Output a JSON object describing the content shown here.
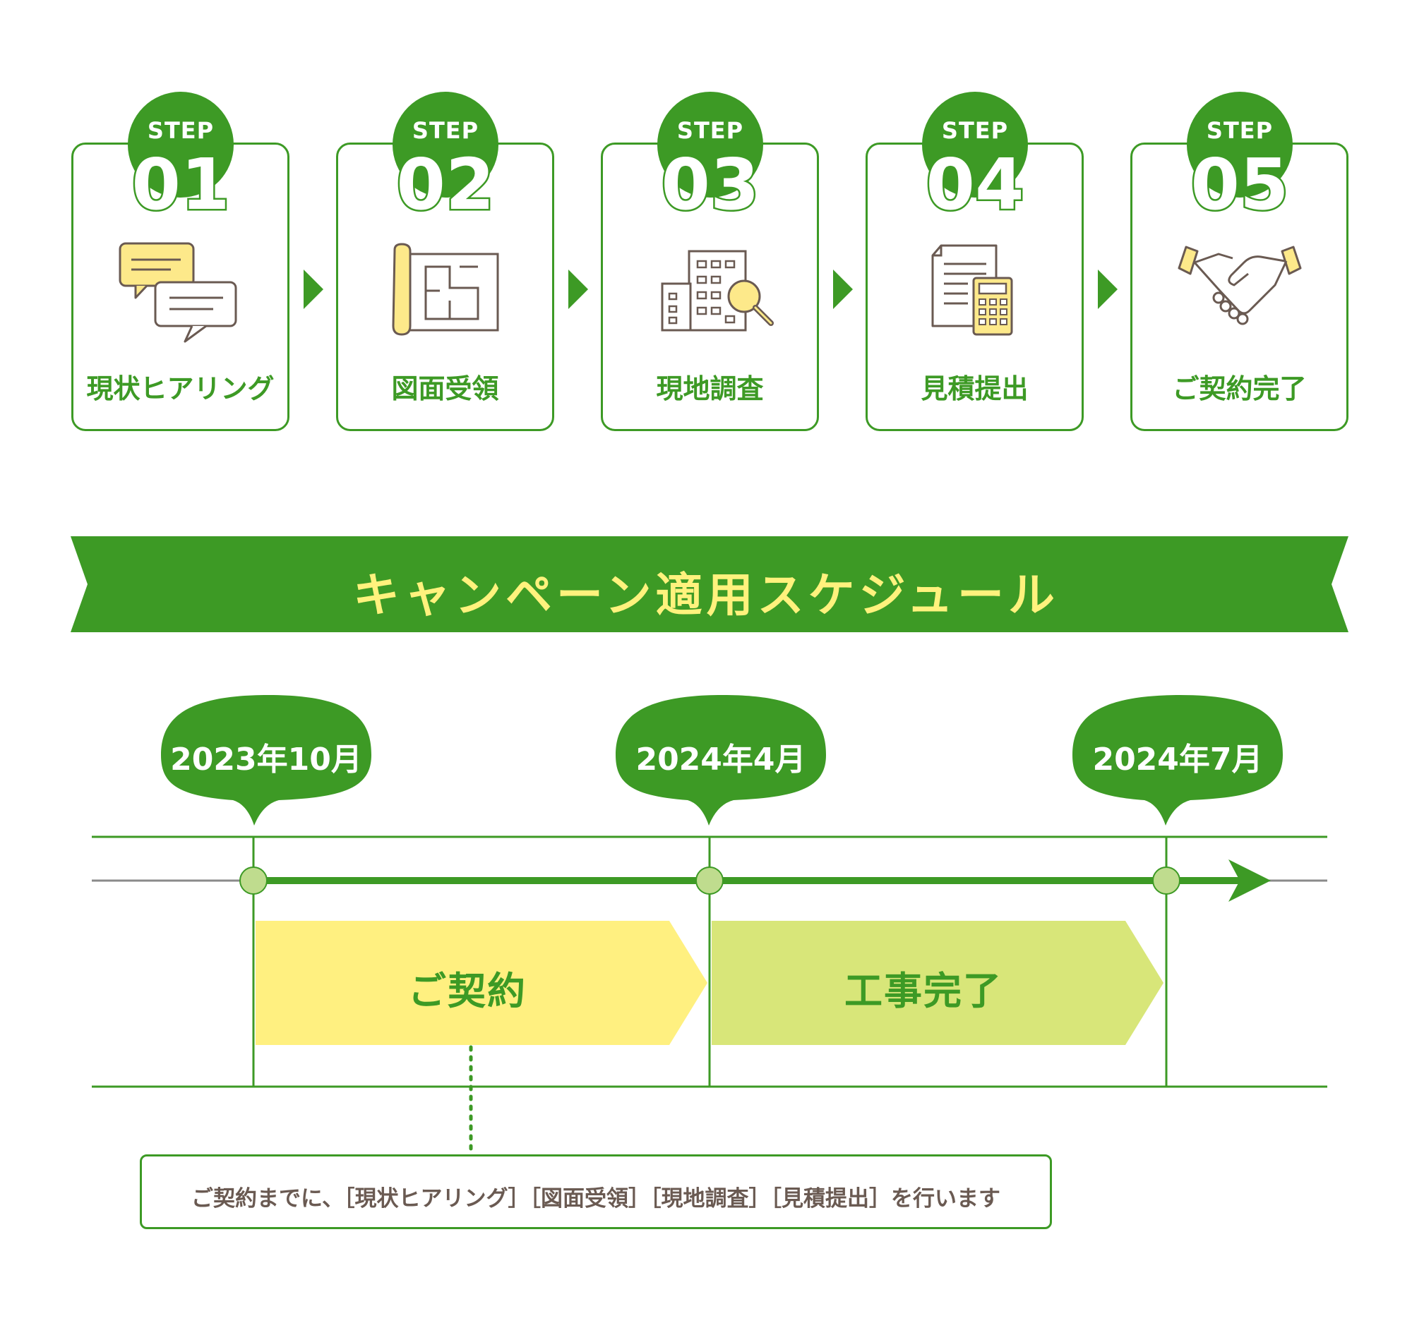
{
  "steps": [
    {
      "step_word": "STEP",
      "number": "01",
      "label": "現状ヒアリング",
      "icon": "chat-bubbles-icon"
    },
    {
      "step_word": "STEP",
      "number": "02",
      "label": "図面受領",
      "icon": "floor-plan-icon"
    },
    {
      "step_word": "STEP",
      "number": "03",
      "label": "現地調査",
      "icon": "building-magnifier-icon"
    },
    {
      "step_word": "STEP",
      "number": "04",
      "label": "見積提出",
      "icon": "document-calculator-icon"
    },
    {
      "step_word": "STEP",
      "number": "05",
      "label": "ご契約完了",
      "icon": "handshake-icon"
    }
  ],
  "banner": {
    "title": "キャンペーン適用スケジュール"
  },
  "timeline": {
    "dates": [
      "2023年10月",
      "2024年4月",
      "2024年7月"
    ],
    "phases": [
      "ご契約",
      "工事完了"
    ],
    "note": "ご契約までに、［現状ヒアリング］［図面受領］［現地調査］［見積提出］を行います"
  },
  "colors": {
    "green": "#3d9a25",
    "yellow": "#fff080",
    "light_green": "#d8e679",
    "node": "#bfdc8e",
    "icon_yellow": "#fde98a",
    "icon_stroke": "#6a5a52"
  }
}
